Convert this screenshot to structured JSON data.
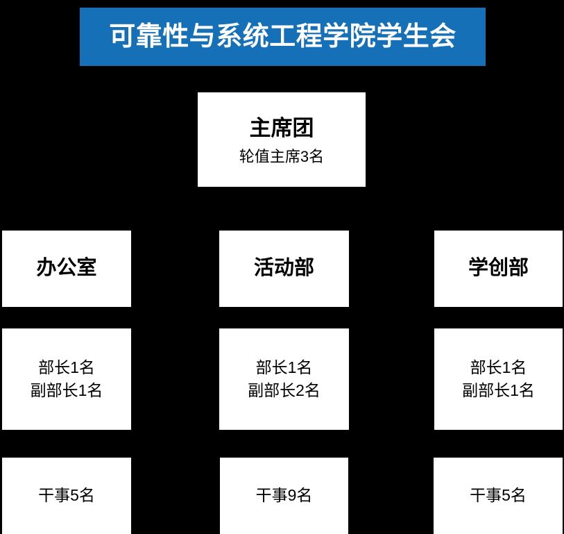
{
  "banner": {
    "title": "可靠性与系统工程学院学生会",
    "background_color": "#1670b8",
    "text_color": "#ffffff"
  },
  "canvas": {
    "background_color": "#000000",
    "node_fill_color": "#ffffff",
    "node_text_color": "#000000"
  },
  "chair": {
    "title": "主席团",
    "subtitle": "轮值主席3名"
  },
  "departments": [
    {
      "name": "办公室",
      "leadership": {
        "head": "部长1名",
        "deputy": "副部长1名"
      },
      "staff": "干事5名"
    },
    {
      "name": "活动部",
      "leadership": {
        "head": "部长1名",
        "deputy": "副部长2名"
      },
      "staff": "干事9名"
    },
    {
      "name": "学创部",
      "leadership": {
        "head": "部长1名",
        "deputy": "副部长1名"
      },
      "staff": "干事5名"
    }
  ]
}
